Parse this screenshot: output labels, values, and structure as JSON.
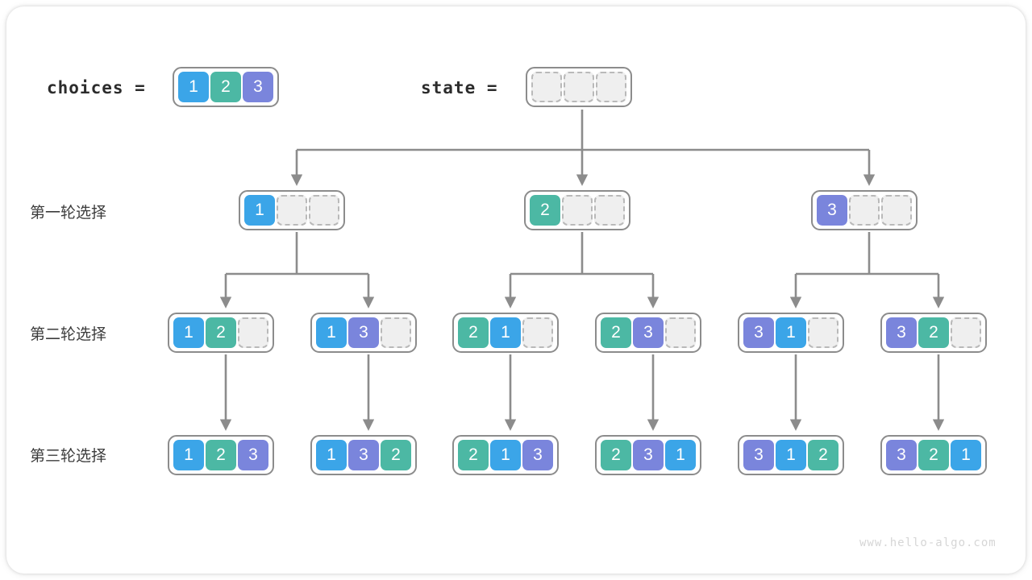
{
  "title": "Permutation backtracking tree",
  "colors": {
    "blue": "#3BA5E8",
    "green": "#4CB8A4",
    "purple": "#7A85DC",
    "empty_fill": "#efefef",
    "empty_border": "#b9b9b9",
    "array_border": "#8c8c8c",
    "line": "#8c8c8c",
    "text": "#2c2c2c",
    "watermark": "#d6d6d6"
  },
  "header": {
    "choices_label": "choices  =",
    "state_label": "state  =",
    "choices_values": [
      "1",
      "2",
      "3"
    ],
    "state_values": [
      "",
      "",
      ""
    ]
  },
  "row_labels": {
    "round1": "第一轮选择",
    "round2": "第二轮选择",
    "round3": "第三轮选择"
  },
  "levels": [
    {
      "name": "round1",
      "label": "第一轮选择",
      "nodes": [
        {
          "values": [
            "1",
            "",
            ""
          ]
        },
        {
          "values": [
            "2",
            "",
            ""
          ]
        },
        {
          "values": [
            "3",
            "",
            ""
          ]
        }
      ]
    },
    {
      "name": "round2",
      "label": "第二轮选择",
      "nodes": [
        {
          "values": [
            "1",
            "2",
            ""
          ]
        },
        {
          "values": [
            "1",
            "3",
            ""
          ]
        },
        {
          "values": [
            "2",
            "1",
            ""
          ]
        },
        {
          "values": [
            "2",
            "3",
            ""
          ]
        },
        {
          "values": [
            "3",
            "1",
            ""
          ]
        },
        {
          "values": [
            "3",
            "2",
            ""
          ]
        }
      ]
    },
    {
      "name": "round3",
      "label": "第三轮选择",
      "nodes": [
        {
          "values": [
            "1",
            "2",
            "3"
          ]
        },
        {
          "values": [
            "1",
            "3",
            "2"
          ]
        },
        {
          "values": [
            "2",
            "1",
            "3"
          ]
        },
        {
          "values": [
            "2",
            "3",
            "1"
          ]
        },
        {
          "values": [
            "3",
            "1",
            "2"
          ]
        },
        {
          "values": [
            "3",
            "2",
            "1"
          ]
        }
      ]
    }
  ],
  "watermark": "www.hello-algo.com"
}
